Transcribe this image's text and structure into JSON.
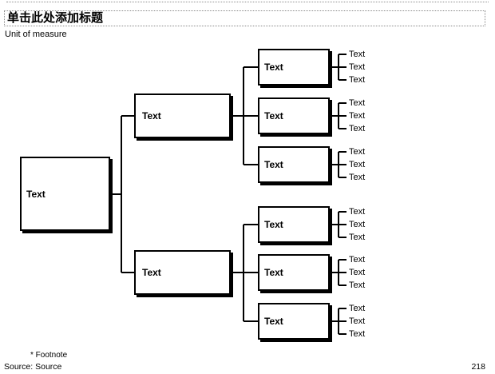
{
  "slide": {
    "title": "单击此处添加标题",
    "unit_label": "Unit of measure",
    "footnote": "* Footnote",
    "source": "Source: Source",
    "page_number": "218"
  },
  "colors": {
    "box_border": "#000000",
    "box_shadow": "#000000",
    "connector": "#000000",
    "placeholder_border": "#8a8a8a",
    "background": "#ffffff"
  },
  "tree": {
    "root": {
      "label": "Text"
    },
    "level2": [
      {
        "label": "Text"
      },
      {
        "label": "Text"
      }
    ],
    "level3": [
      {
        "label": "Text",
        "leaves": [
          "Text",
          "Text",
          "Text"
        ]
      },
      {
        "label": "Text",
        "leaves": [
          "Text",
          "Text",
          "Text"
        ]
      },
      {
        "label": "Text",
        "leaves": [
          "Text",
          "Text",
          "Text"
        ]
      },
      {
        "label": "Text",
        "leaves": [
          "Text",
          "Text",
          "Text"
        ]
      },
      {
        "label": "Text",
        "leaves": [
          "Text",
          "Text",
          "Text"
        ]
      },
      {
        "label": "Text",
        "leaves": [
          "Text",
          "Text",
          "Text"
        ]
      }
    ]
  }
}
